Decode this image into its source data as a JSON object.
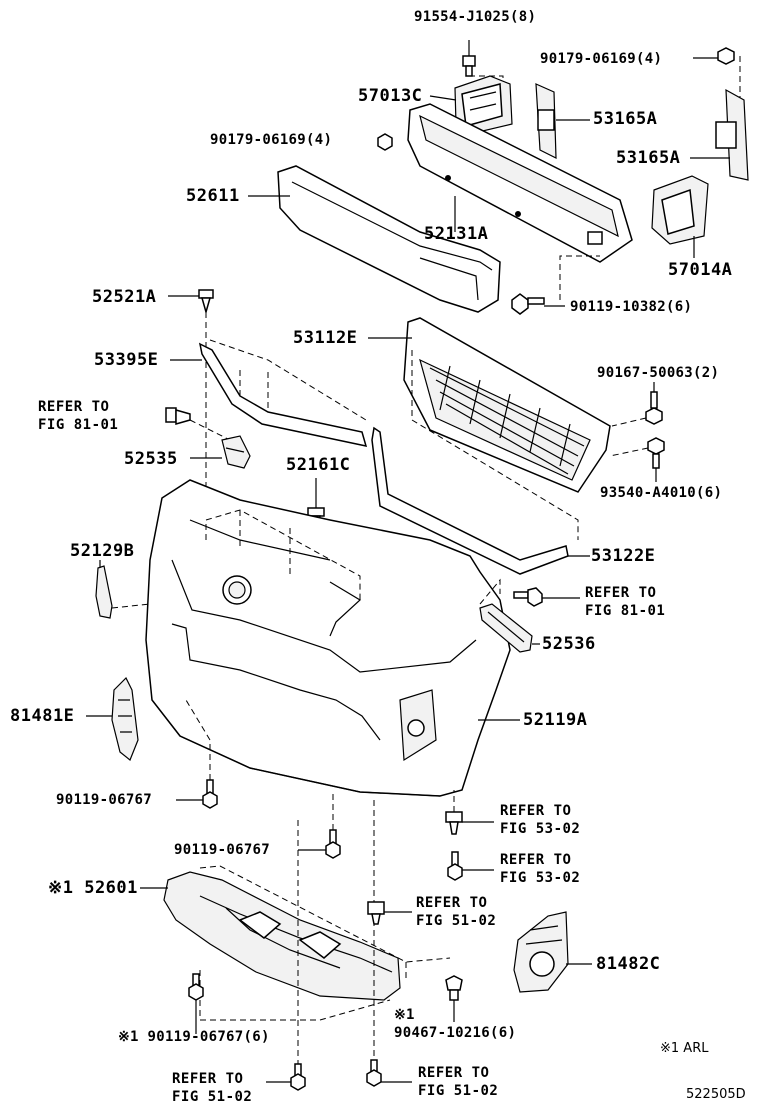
{
  "diagram": {
    "labels": {
      "p91554": "91554-J1025(8)",
      "p90179a": "90179-06169(4)",
      "p57013C": "57013C",
      "p53165A_a": "53165A",
      "p90179b": "90179-06169(4)",
      "p53165A_b": "53165A",
      "p52611": "52611",
      "p52131A": "52131A",
      "p57014A": "57014A",
      "p52521A": "52521A",
      "p90119_10382": "90119-10382(6)",
      "p53112E": "53112E",
      "p53395E": "53395E",
      "p90167": "90167-50063(2)",
      "p52535": "52535",
      "p52161C": "52161C",
      "p93540": "93540-A4010(6)",
      "p52129B": "52129B",
      "p53122E": "53122E",
      "p52536": "52536",
      "p81481E": "81481E",
      "p52119A": "52119A",
      "p90119_06767a": "90119-06767",
      "p90119_06767b": "90119-06767",
      "p52601": "※1 52601",
      "p81482C": "81482C",
      "p90119_06767c": "※1 90119-06767(6)",
      "p90467": "90467-10216(6)",
      "p90467_mark": "※1"
    },
    "refs": {
      "r81_01a": [
        "REFER TO",
        "FIG 81-01"
      ],
      "r81_01b": [
        "REFER TO",
        "FIG 81-01"
      ],
      "r53_02a": [
        "REFER TO",
        "FIG 53-02"
      ],
      "r53_02b": [
        "REFER TO",
        "FIG 53-02"
      ],
      "r51_02a": [
        "REFER TO",
        "FIG 51-02"
      ],
      "r51_02b": [
        "REFER TO",
        "FIG 51-02"
      ],
      "r51_02c": [
        "REFER TO",
        "FIG 51-02"
      ]
    },
    "note": "※1 ARL",
    "drawing_code": "522505D"
  }
}
